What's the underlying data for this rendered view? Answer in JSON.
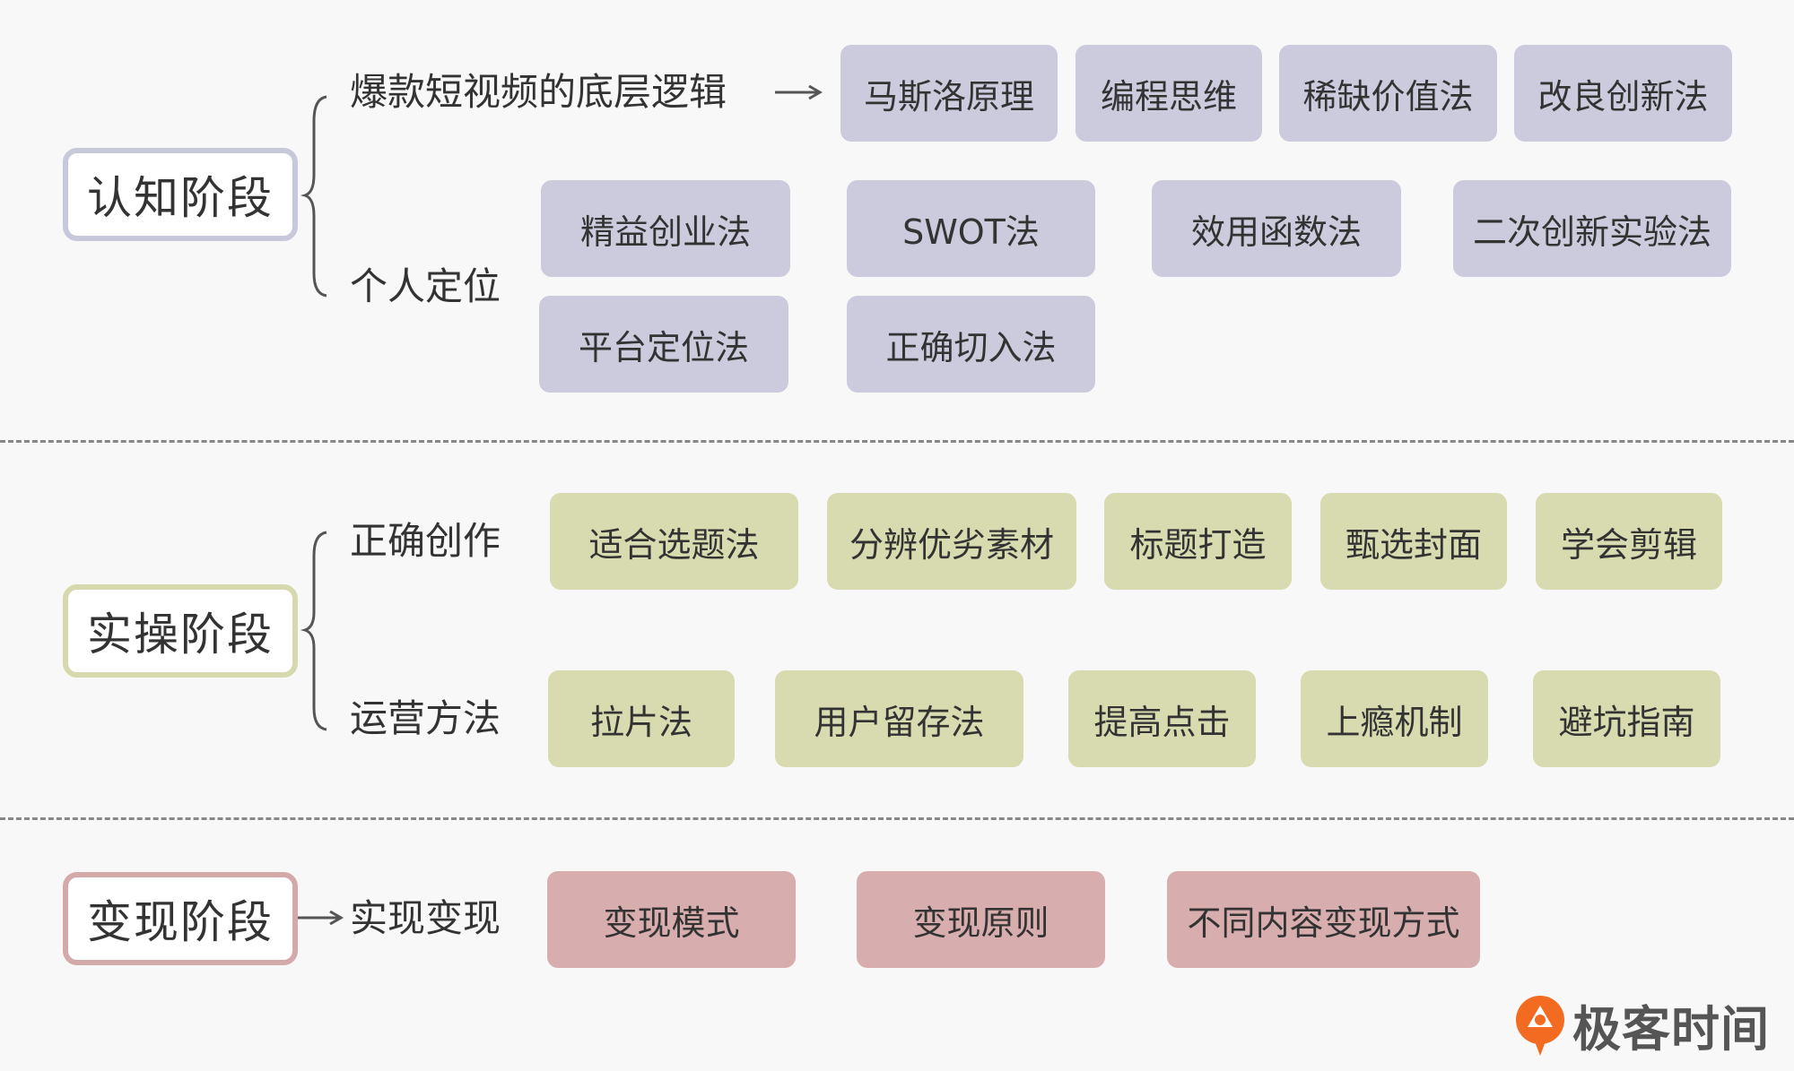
{
  "stages": {
    "cognition": {
      "label": "认知阶段",
      "border": "#c8c8dc"
    },
    "practice": {
      "label": "实操阶段",
      "border": "#d6d8ae"
    },
    "monetize": {
      "label": "变现阶段",
      "border": "#d3a9aa"
    }
  },
  "cognition": {
    "branch1": {
      "label": "爆款短视频的底层逻辑",
      "items": [
        "马斯洛原理",
        "编程思维",
        "稀缺价值法",
        "改良创新法"
      ]
    },
    "branch2": {
      "label": "个人定位",
      "items": [
        "精益创业法",
        "SWOT法",
        "效用函数法",
        "二次创新实验法",
        "平台定位法",
        "正确切入法"
      ]
    }
  },
  "practice": {
    "branch1": {
      "label": "正确创作",
      "items": [
        "适合选题法",
        "分辨优劣素材",
        "标题打造",
        "甄选封面",
        "学会剪辑"
      ]
    },
    "branch2": {
      "label": "运营方法",
      "items": [
        "拉片法",
        "用户留存法",
        "提高点击",
        "上瘾机制",
        "避坑指南"
      ]
    }
  },
  "monetize": {
    "branch1": {
      "label": "实现变现",
      "items": [
        "变现模式",
        "变现原则",
        "不同内容变现方式"
      ]
    }
  },
  "logo": {
    "text": "极客时间",
    "icon": "geektime-logo-icon",
    "color": "#f26b21"
  }
}
